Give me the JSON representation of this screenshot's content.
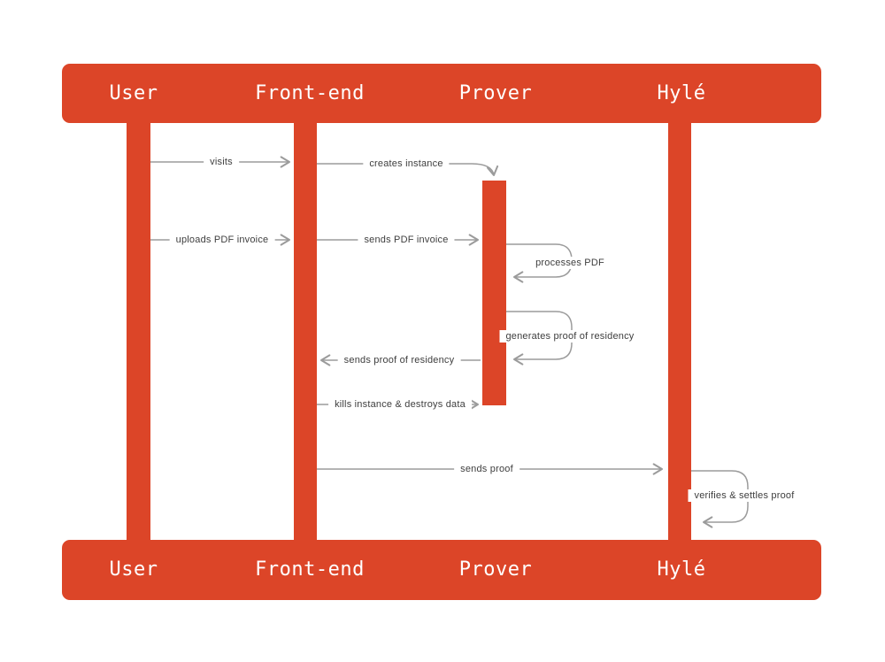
{
  "diagram": {
    "type": "sequence-diagram",
    "colors": {
      "accent": "#DC4528",
      "arrow_line": "#9B9B9B",
      "message_text": "#3E3E3E",
      "background": "#FFFFFF",
      "actor_text": "#FFFFFF"
    },
    "actors": [
      "User",
      "Front-end",
      "Prover",
      "Hylé"
    ],
    "messages": [
      {
        "label": "visits",
        "from": "User",
        "to": "Front-end"
      },
      {
        "label": "creates instance",
        "from": "Front-end",
        "to": "Prover"
      },
      {
        "label": "uploads PDF invoice",
        "from": "User",
        "to": "Front-end"
      },
      {
        "label": "sends PDF invoice",
        "from": "Front-end",
        "to": "Prover"
      },
      {
        "label": "processes PDF",
        "from": "Prover",
        "to": "Prover"
      },
      {
        "label": "generates proof of residency",
        "from": "Prover",
        "to": "Prover"
      },
      {
        "label": "sends proof of residency",
        "from": "Prover",
        "to": "Front-end"
      },
      {
        "label": "kills instance & destroys data",
        "from": "Front-end",
        "to": "Prover"
      },
      {
        "label": "sends proof",
        "from": "Front-end",
        "to": "Hylé"
      },
      {
        "label": "verifies & settles proof",
        "from": "Hylé",
        "to": "Hylé"
      }
    ]
  }
}
